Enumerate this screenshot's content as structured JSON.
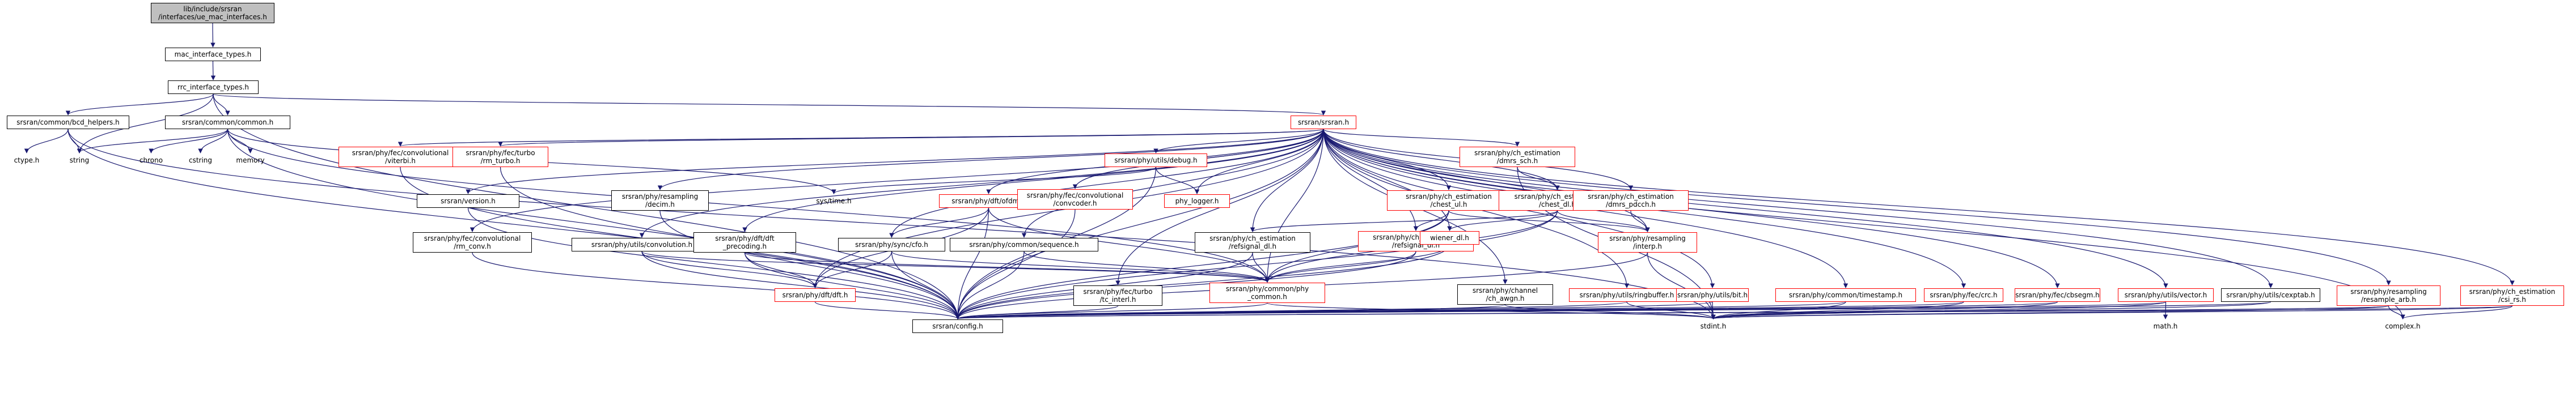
{
  "colors": {
    "edge": "#191970",
    "root_fill": "#bfbfbf",
    "incomplete_border": "#ff0000"
  },
  "nodes": {
    "root": [
      "lib/include/srsran",
      "/interfaces/ue_mac_interfaces.h"
    ],
    "mac_interface_types": [
      "mac_interface_types.h"
    ],
    "rrc_interface_types": [
      "rrc_interface_types.h"
    ],
    "bcd_helpers": [
      "srsran/common/bcd_helpers.h"
    ],
    "common": [
      "srsran/common/common.h"
    ],
    "srsran": [
      "srsran/srsran.h"
    ],
    "ctype": [
      "ctype.h"
    ],
    "string": [
      "string"
    ],
    "chrono": [
      "chrono"
    ],
    "cstring": [
      "cstring"
    ],
    "memory": [
      "memory"
    ],
    "viterbi": [
      "srsran/phy/fec/convolutional",
      "/viterbi.h"
    ],
    "rm_turbo": [
      "srsran/phy/fec/turbo",
      "/rm_turbo.h"
    ],
    "version": [
      "srsran/version.h"
    ],
    "rm_conv": [
      "srsran/phy/fec/convolutional",
      "/rm_conv.h"
    ],
    "decim": [
      "srsran/phy/resampling",
      "/decim.h"
    ],
    "convolution": [
      "srsran/phy/utils/convolution.h"
    ],
    "dft_precoding": [
      "srsran/phy/dft/dft",
      "_precoding.h"
    ],
    "ofdm": [
      "srsran/phy/dft/ofdm.h"
    ],
    "cfo": [
      "srsran/phy/sync/cfo.h"
    ],
    "debug": [
      "srsran/phy/utils/debug.h"
    ],
    "systime": [
      "sys/time.h"
    ],
    "phy_logger": [
      "phy_logger.h"
    ],
    "convcoder": [
      "srsran/phy/fec/convolutional",
      "/convcoder.h"
    ],
    "sequence": [
      "srsran/phy/common/sequence.h"
    ],
    "dft": [
      "srsran/phy/dft/dft.h"
    ],
    "tc_interl": [
      "srsran/phy/fec/turbo",
      "/tc_interl.h"
    ],
    "phy_common": [
      "srsran/phy/common/phy",
      "_common.h"
    ],
    "config": [
      "srsran/config.h"
    ],
    "refsignal_dl": [
      "srsran/phy/ch_estimation",
      "/refsignal_dl.h"
    ],
    "chest_ul": [
      "srsran/phy/ch_estimation",
      "/chest_ul.h"
    ],
    "refsignal_ul": [
      "srsran/phy/ch_estimation",
      "/refsignal_ul.h"
    ],
    "wiener_dl": [
      "wiener_dl.h"
    ],
    "chest_dl": [
      "srsran/phy/ch_estimation",
      "/chest_dl.h"
    ],
    "dmrs_sch": [
      "srsran/phy/ch_estimation",
      "/dmrs_sch.h"
    ],
    "dmrs_pdcch": [
      "srsran/phy/ch_estimation",
      "/dmrs_pdcch.h"
    ],
    "interp": [
      "srsran/phy/resampling",
      "/interp.h"
    ],
    "ch_awgn": [
      "srsran/phy/channel",
      "/ch_awgn.h"
    ],
    "ringbuffer": [
      "srsran/phy/utils/ringbuffer.h"
    ],
    "bit": [
      "srsran/phy/utils/bit.h"
    ],
    "timestamp": [
      "srsran/phy/common/timestamp.h"
    ],
    "crc": [
      "srsran/phy/fec/crc.h"
    ],
    "cbsegm": [
      "srsran/phy/fec/cbsegm.h"
    ],
    "vector": [
      "srsran/phy/utils/vector.h"
    ],
    "cexptab": [
      "srsran/phy/utils/cexptab.h"
    ],
    "resample_arb": [
      "srsran/phy/resampling",
      "/resample_arb.h"
    ],
    "csi_rs": [
      "srsran/phy/ch_estimation",
      "/csi_rs.h"
    ],
    "stdint": [
      "stdint.h"
    ],
    "math": [
      "math.h"
    ],
    "complex": [
      "complex.h"
    ]
  }
}
